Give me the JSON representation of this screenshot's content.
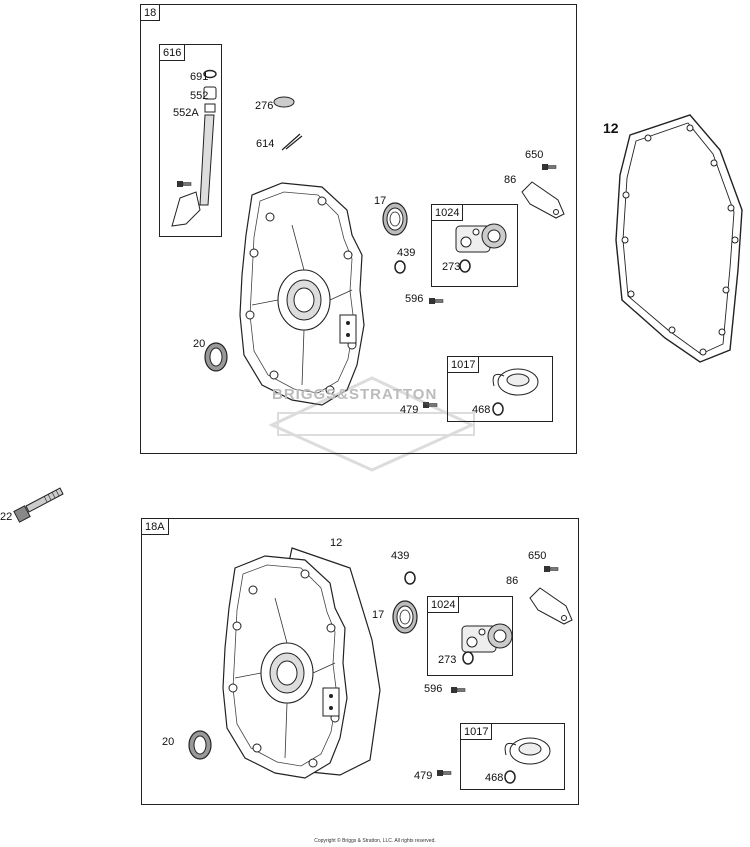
{
  "diagram": {
    "frame_18": {
      "tag": "18",
      "sub_616": {
        "tag": "616",
        "labels": [
          "691",
          "552",
          "552A"
        ]
      },
      "labels": {
        "l276": "276",
        "l614": "614",
        "l17": "17",
        "l439": "439",
        "l650": "650",
        "l86": "86",
        "l596": "596",
        "l20": "20",
        "l479": "479"
      },
      "sub_1024": {
        "tag": "1024",
        "label": "273"
      },
      "sub_1017": {
        "tag": "1017",
        "label": "468"
      }
    },
    "frame_18A": {
      "tag": "18A",
      "labels": {
        "l12": "12",
        "l439": "439",
        "l650": "650",
        "l86": "86",
        "l17": "17",
        "l596": "596",
        "l20": "20",
        "l479": "479"
      },
      "sub_1024": {
        "tag": "1024",
        "label": "273"
      },
      "sub_1017": {
        "tag": "1017",
        "label": "468"
      }
    },
    "standalone": {
      "gasket_label": "12",
      "bolt_label": "22"
    },
    "watermark_text": "BRIGGS&STRATTON",
    "copyright": "Copyright © Briggs & Stratton, LLC. All rights reserved."
  }
}
